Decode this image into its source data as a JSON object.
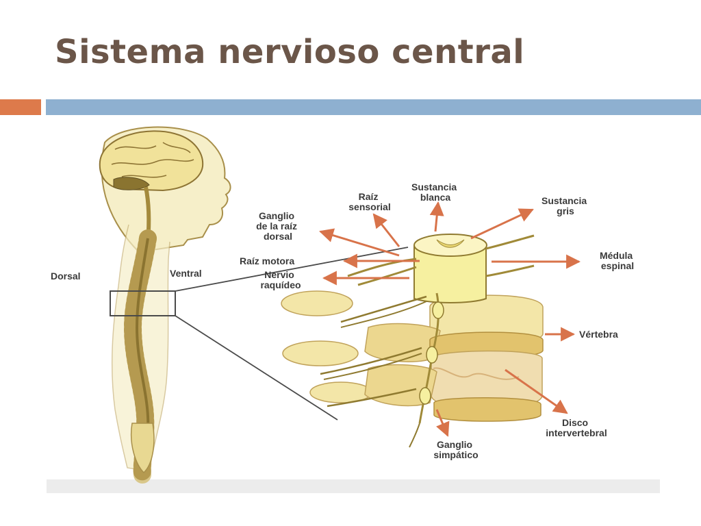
{
  "slide": {
    "title": "Sistema nervioso central"
  },
  "colors": {
    "title": "#6b5649",
    "accent_orange": "#dd7a4b",
    "accent_blue": "#8eb0d0",
    "arrow": "#d8734a",
    "tissue": "#f1e7a2"
  },
  "labels": {
    "dorsal": "Dorsal",
    "ventral": "Ventral",
    "raiz_sensorial": [
      "Raíz",
      "sensorial"
    ],
    "sustancia_blanca": [
      "Sustancia",
      "blanca"
    ],
    "sustancia_gris": [
      "Sustancia",
      "gris"
    ],
    "ganglio_raiz_dorsal": [
      "Ganglio",
      "de la raíz",
      "dorsal"
    ],
    "raiz_motora": "Raíz motora",
    "nervio_raquideo": [
      "Nervio",
      "raquídeo"
    ],
    "medula_espinal": [
      "Médula",
      "espinal"
    ],
    "vertebra": "Vértebra",
    "disco_intervertebral": [
      "Disco",
      "intervertebral"
    ],
    "ganglio_simpatico": [
      "Ganglio",
      "simpático"
    ]
  }
}
